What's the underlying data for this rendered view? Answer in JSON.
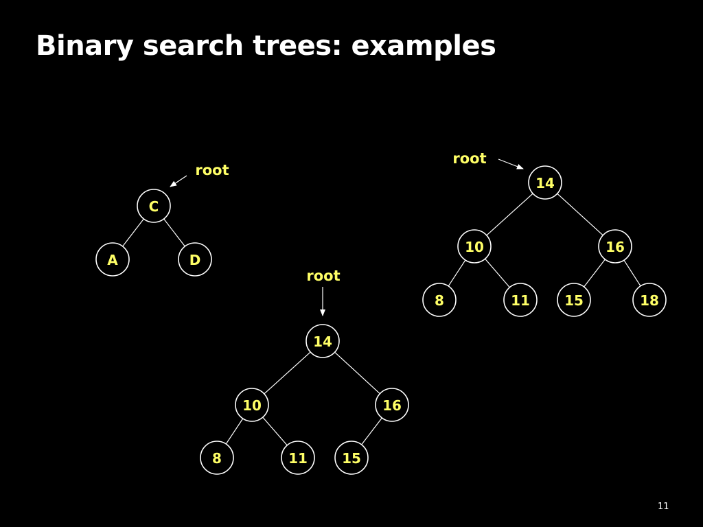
{
  "title": "Binary search trees: examples",
  "page_number": "11",
  "colors": {
    "background": "#000000",
    "title": "#ffffff",
    "node_text": "#ffff66",
    "line": "#ffffff"
  },
  "trees": [
    {
      "id": "tree-1",
      "root_label": "root",
      "nodes": [
        {
          "id": "n1-c",
          "label": "C"
        },
        {
          "id": "n1-a",
          "label": "A"
        },
        {
          "id": "n1-d",
          "label": "D"
        }
      ],
      "edges": [
        [
          "n1-c",
          "n1-a"
        ],
        [
          "n1-c",
          "n1-d"
        ]
      ]
    },
    {
      "id": "tree-2",
      "root_label": "root",
      "nodes": [
        {
          "id": "n2-14",
          "label": "14"
        },
        {
          "id": "n2-10",
          "label": "10"
        },
        {
          "id": "n2-16",
          "label": "16"
        },
        {
          "id": "n2-8",
          "label": "8"
        },
        {
          "id": "n2-11",
          "label": "11"
        },
        {
          "id": "n2-15",
          "label": "15"
        }
      ],
      "edges": [
        [
          "n2-14",
          "n2-10"
        ],
        [
          "n2-14",
          "n2-16"
        ],
        [
          "n2-10",
          "n2-8"
        ],
        [
          "n2-10",
          "n2-11"
        ],
        [
          "n2-16",
          "n2-15"
        ]
      ]
    },
    {
      "id": "tree-3",
      "root_label": "root",
      "nodes": [
        {
          "id": "n3-14",
          "label": "14"
        },
        {
          "id": "n3-10",
          "label": "10"
        },
        {
          "id": "n3-16",
          "label": "16"
        },
        {
          "id": "n3-8",
          "label": "8"
        },
        {
          "id": "n3-11",
          "label": "11"
        },
        {
          "id": "n3-15",
          "label": "15"
        },
        {
          "id": "n3-18",
          "label": "18"
        }
      ],
      "edges": [
        [
          "n3-14",
          "n3-10"
        ],
        [
          "n3-14",
          "n3-16"
        ],
        [
          "n3-10",
          "n3-8"
        ],
        [
          "n3-10",
          "n3-11"
        ],
        [
          "n3-16",
          "n3-15"
        ],
        [
          "n3-16",
          "n3-18"
        ]
      ]
    }
  ]
}
